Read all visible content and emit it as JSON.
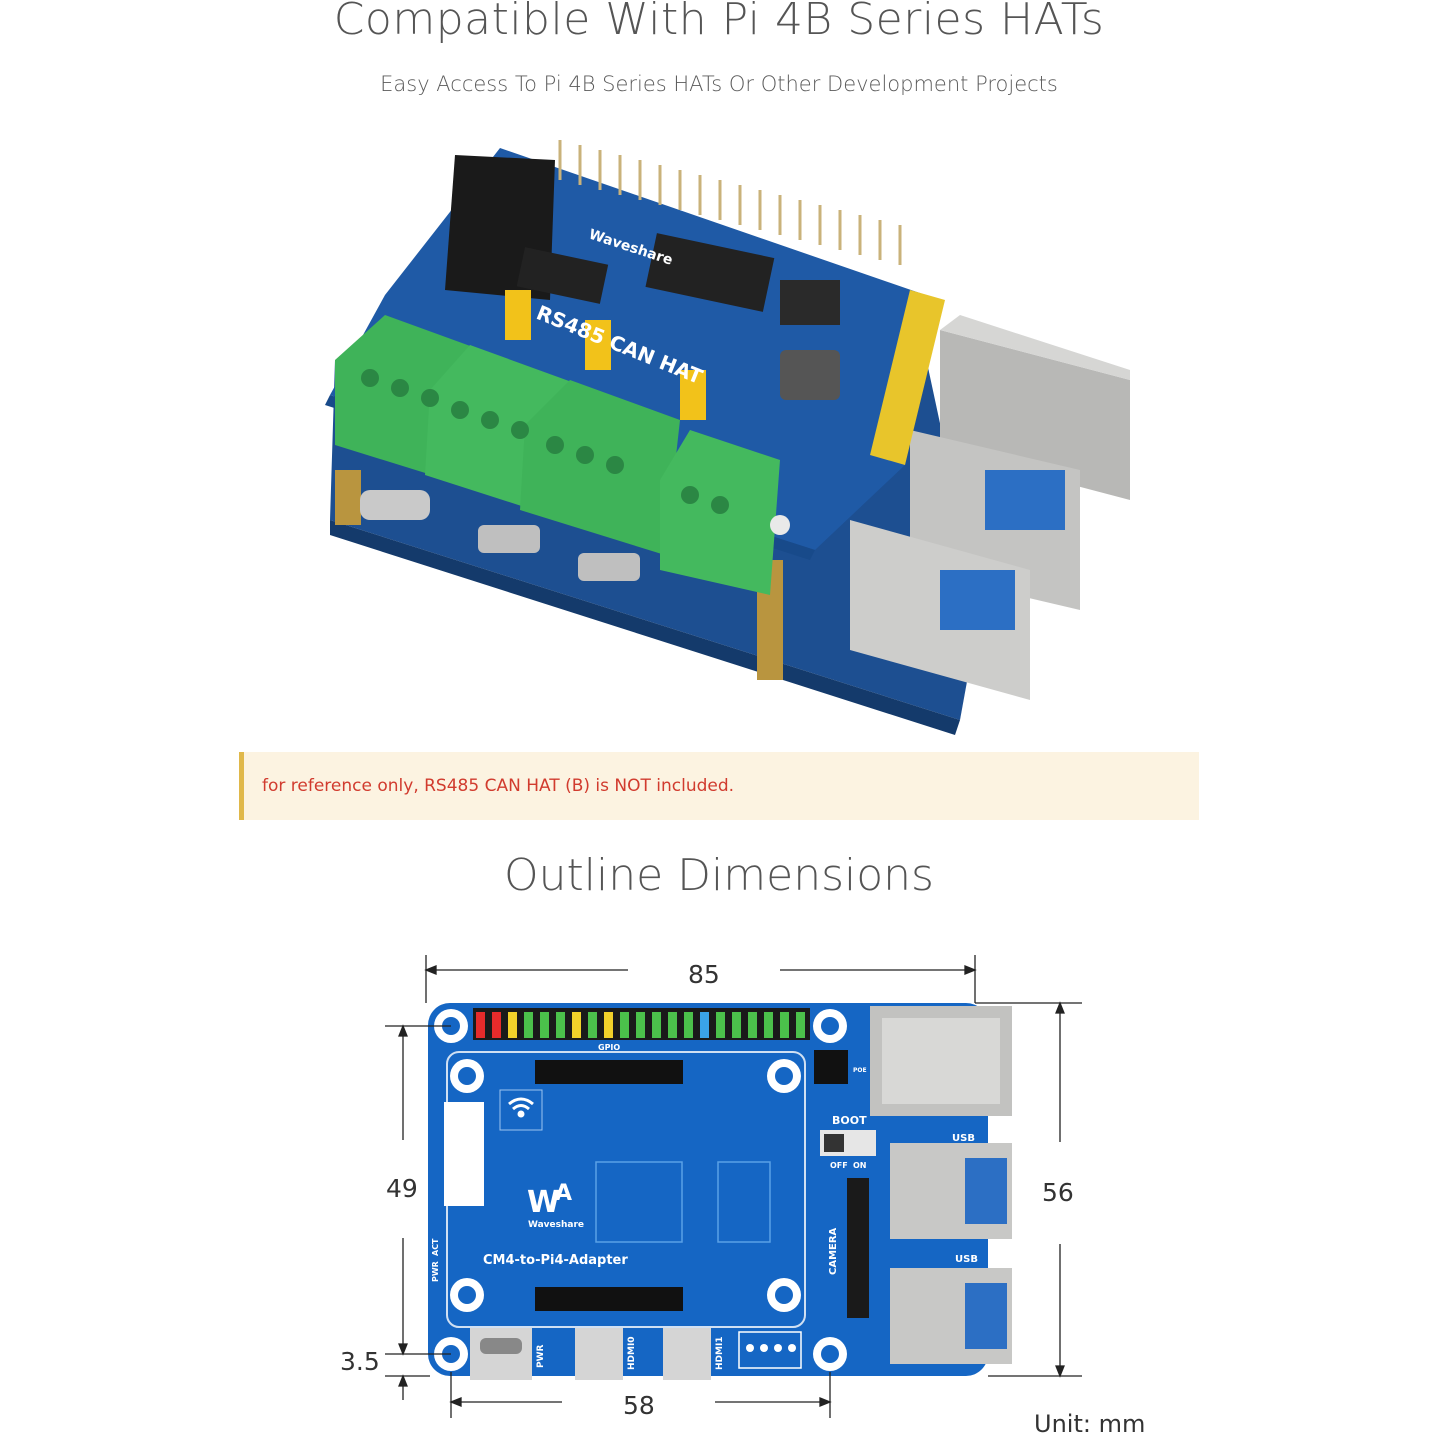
{
  "header": {
    "title": "Compatible With Pi 4B Series HATs",
    "subtitle": "Easy Access To Pi 4B Series HATs Or Other Development Projects"
  },
  "note": {
    "text": "for reference only, RS485 CAN HAT (B) is NOT included."
  },
  "outline": {
    "title": "Outline Dimensions",
    "dimensions": {
      "width": "85",
      "height": "56",
      "inner_height": "49",
      "offset": "3.5",
      "hole_spacing": "58"
    },
    "unit": "Unit: mm"
  },
  "board_labels": {
    "hat_brand": "Waveshare",
    "hat_model": "RS485 CAN HAT",
    "adapter_name": "CM4-to-Pi4-Adapter",
    "brand": "Waveshare",
    "gpio": "GPIO",
    "boot": "BOOT",
    "off": "OFF",
    "on": "ON",
    "usb": "USB",
    "camera": "CAMERA",
    "pwr": "PWR",
    "act": "ACT",
    "hdmi0": "HDMI0",
    "hdmi1": "HDMI1",
    "poe": "POE"
  }
}
